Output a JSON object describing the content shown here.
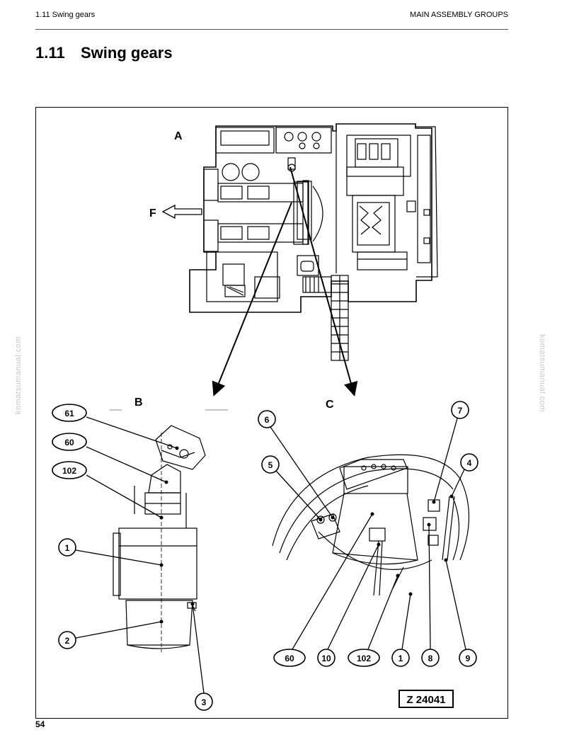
{
  "header": {
    "section_ref": "1.11 Swing gears",
    "chapter": "MAIN ASSEMBLY GROUPS"
  },
  "title": {
    "number": "1.11",
    "text": "Swing gears"
  },
  "figure": {
    "views": {
      "a": "A",
      "b": "B",
      "c": "C"
    },
    "direction_label": "F",
    "drawing_id": "Z 24041",
    "callouts_b": [
      "61",
      "60",
      "102",
      "1",
      "2",
      "3"
    ],
    "callouts_c": [
      "6",
      "5",
      "7",
      "4",
      "60",
      "10",
      "102",
      "1",
      "8",
      "9"
    ]
  },
  "watermark": "komatsumanual.com",
  "page_number": "54"
}
